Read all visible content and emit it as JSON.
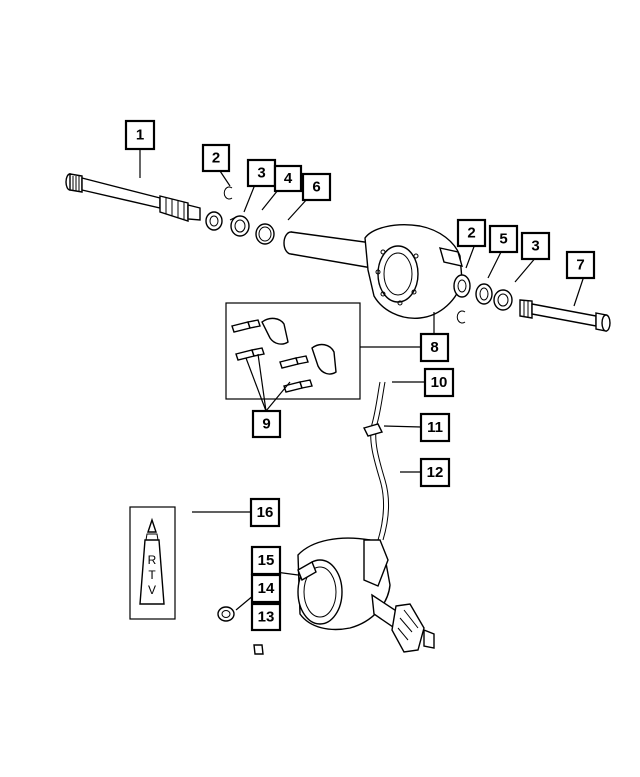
{
  "callouts": [
    "1",
    "2",
    "3",
    "4",
    "6",
    "2",
    "5",
    "3",
    "7",
    "8",
    "9",
    "10",
    "11",
    "12",
    "16",
    "15",
    "14",
    "13"
  ],
  "rtv_letters": [
    "R",
    "T",
    "V"
  ]
}
